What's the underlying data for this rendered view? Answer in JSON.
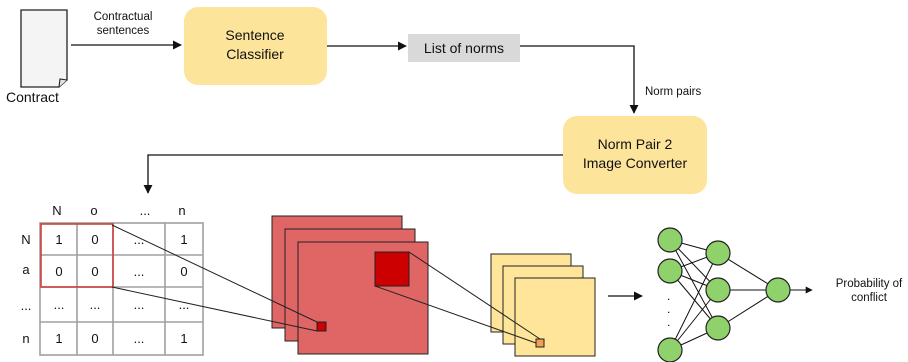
{
  "contract": {
    "label": "Contract"
  },
  "edges": {
    "contract_to_classifier": [
      "Contractual",
      "sentences"
    ],
    "norms_to_converter": "Norm pairs"
  },
  "classifier": {
    "lines": [
      "Sentence",
      "Classifier"
    ]
  },
  "norms_list": {
    "label": "List of norms"
  },
  "converter": {
    "lines": [
      "Norm Pair 2",
      "Image Converter"
    ]
  },
  "matrix": {
    "col_headers": [
      "N",
      "o",
      "...",
      "n"
    ],
    "row_headers": [
      "N",
      "a",
      "...",
      "n"
    ],
    "cells": [
      [
        "1",
        "0",
        "...",
        "1"
      ],
      [
        "0",
        "0",
        "...",
        "0"
      ],
      [
        "...",
        "...",
        "...",
        "..."
      ],
      [
        "1",
        "0",
        "...",
        "1"
      ]
    ]
  },
  "network": {
    "dots": [
      ".",
      ".",
      "."
    ]
  },
  "output": {
    "lines": [
      "Probability of",
      "conflict"
    ]
  },
  "colors": {
    "node_yellow": "#fde49b",
    "list_gray": "#d9d9d9",
    "feature_red": "#e06666",
    "kernel_red": "#cc0000",
    "map_yellow": "#ffe599",
    "neuron_green": "#8fd16b",
    "grid_gray": "#a0a0a0",
    "highlight": "#d04040"
  }
}
